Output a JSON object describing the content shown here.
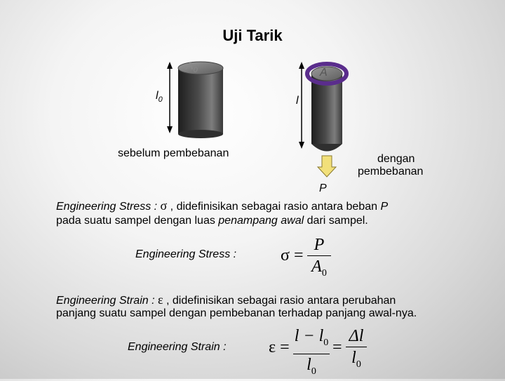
{
  "title": "Uji Tarik",
  "diagram": {
    "area0_label": "A",
    "area0_sub": "0",
    "length0_label": "l",
    "length0_sub": "0",
    "area_label": "A",
    "length_label": "l",
    "before_label": "sebelum pembebanan",
    "after_label_1": "dengan",
    "after_label_2": "pembebanan",
    "load_label": "P",
    "colors": {
      "rod_dark": "#2b2b2b",
      "rod_light": "#7a7a7a",
      "ring": "#5a2d8c",
      "arrow": "#f2e07a"
    }
  },
  "stress": {
    "term": "Engineering Stress : ",
    "symbol": "σ",
    "line1_rest": " ,  didefinisikan sebagai rasio antara beban ",
    "line1_p": "P",
    "line2_a": "pada suatu sampel dengan luas ",
    "line2_italic": "penampang awal",
    "line2_b": " dari sampel.",
    "formula_label": "Engineering Stress :",
    "formula_lhs": "σ =",
    "formula_num": "P",
    "formula_den_main": "A",
    "formula_den_sub": "0"
  },
  "strain": {
    "term": "Engineering Strain : ",
    "symbol": "ε",
    "line1_rest": " ,  didefinisikan sebagai rasio antara perubahan",
    "line2": "panjang suatu sampel dengan pembebanan terhadap panjang awal-nya.",
    "formula_label": "Engineering Strain :",
    "formula_lhs": "ε =",
    "frac1_num_main": "l − l",
    "frac1_num_sub": "0",
    "frac1_den_main": "l",
    "frac1_den_sub": "0",
    "eq": "=",
    "frac2_num": "Δl",
    "frac2_den_main": "l",
    "frac2_den_sub": "0"
  }
}
